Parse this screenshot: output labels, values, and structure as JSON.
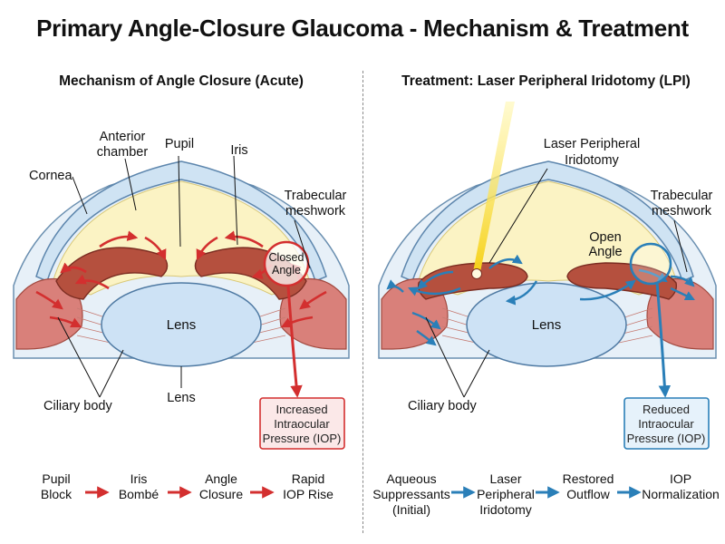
{
  "title": "Primary Angle-Closure Glaucoma - Mechanism & Treatment",
  "left_panel": {
    "heading": "Mechanism of Angle Closure (Acute)",
    "labels": {
      "cornea": "Cornea",
      "anterior_chamber_1": "Anterior",
      "anterior_chamber_2": "chamber",
      "pupil": "Pupil",
      "iris": "Iris",
      "trabecular_1": "Trabecular",
      "trabecular_2": "meshwork",
      "closed_angle_1": "Closed",
      "closed_angle_2": "Angle",
      "lens_inner": "Lens",
      "lens_outer": "Lens",
      "ciliary_body": "Ciliary body"
    },
    "result_box": [
      "Increased",
      "Intraocular",
      "Pressure (IOP)"
    ],
    "flow": [
      [
        "Pupil",
        "Block"
      ],
      [
        "Iris",
        "Bombé"
      ],
      [
        "Angle",
        "Closure"
      ],
      [
        "Rapid",
        "IOP Rise"
      ]
    ],
    "accent_color": "#d32f2f"
  },
  "right_panel": {
    "heading": "Treatment: Laser Peripheral Iridotomy (LPI)",
    "labels": {
      "lpi_1": "Laser Peripheral",
      "lpi_2": "Iridotomy",
      "trabecular_1": "Trabecular",
      "trabecular_2": "meshwork",
      "open_angle_1": "Open",
      "open_angle_2": "Angle",
      "lens_inner": "Lens",
      "ciliary_body": "Ciliary body"
    },
    "result_box": [
      "Reduced",
      "Intraocular",
      "Pressure (IOP)"
    ],
    "flow": [
      [
        "Aqueous",
        "Suppressants",
        "(Initial)"
      ],
      [
        "Laser",
        "Peripheral",
        "Iridotomy"
      ],
      [
        "Restored",
        "Outflow"
      ],
      [
        "IOP",
        "Normalization"
      ]
    ],
    "accent_color": "#2a7fb8"
  },
  "colors": {
    "cornea": "#cfe3f3",
    "chamber": "#fbf3c4",
    "iris": "#b5503e",
    "ciliary": "#d9807a",
    "lens": "#cde2f5"
  }
}
